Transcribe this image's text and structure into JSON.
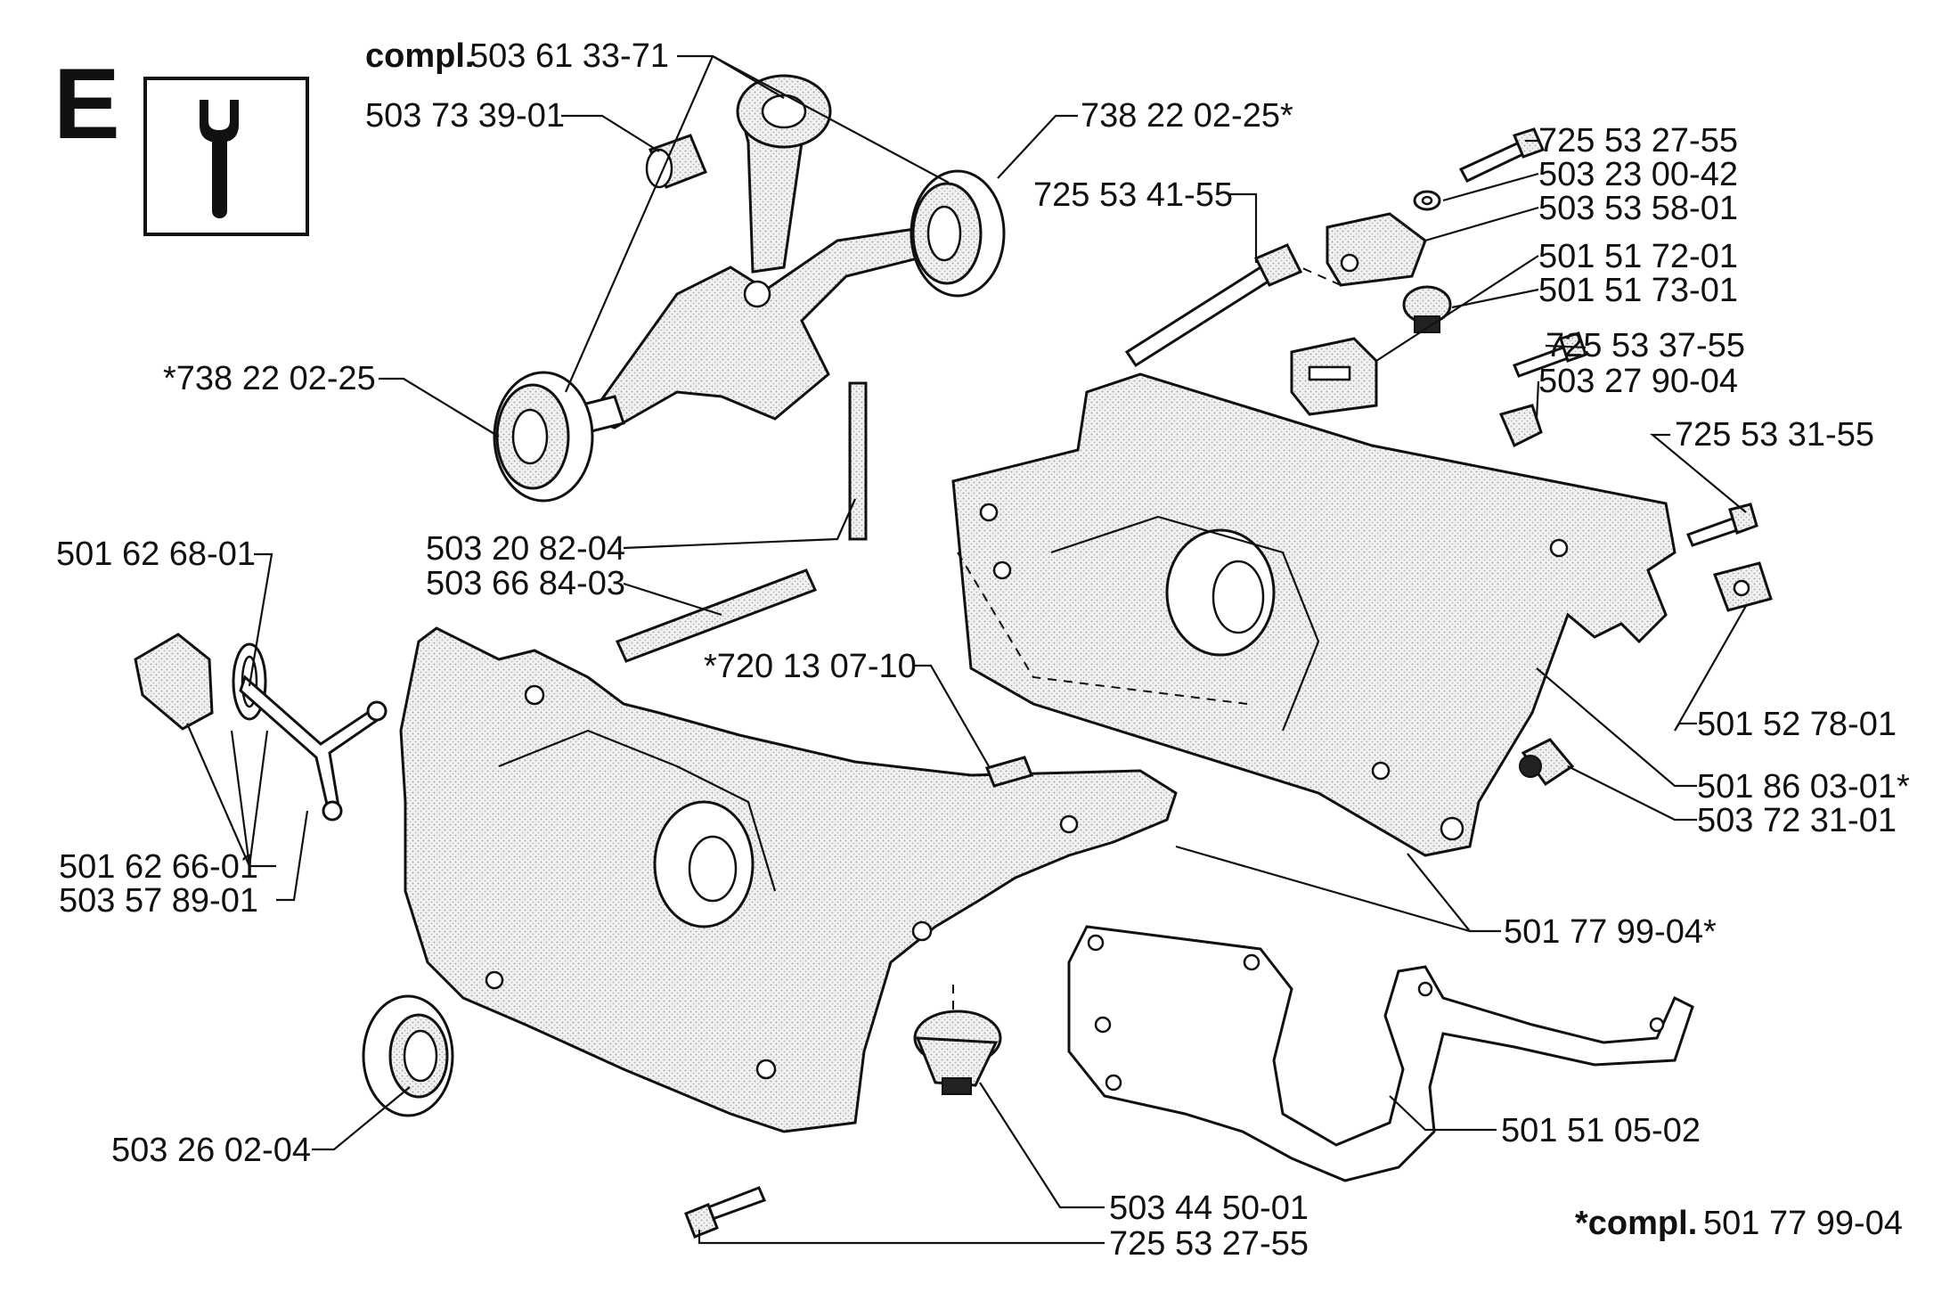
{
  "section_letter": "E",
  "tool_icon": "wrench-icon",
  "labels": {
    "crank_compl_word": "compl.",
    "crank_compl_num": "503 61 33-71",
    "needle_bearing": "503 73 39-01",
    "bearing_right": "738 22 02-25*",
    "bearing_left": "*738 22 02-25",
    "long_screw": "725 53 41-55",
    "screw_top": "725 53 27-55",
    "washer_top": "503 23 00-42",
    "bracket": "503 53 58-01",
    "block": "501 51 72-01",
    "plug_top": "501 51 73-01",
    "screw_mid": "725 53 37-55",
    "plug_small": "503 27 90-04",
    "screw_right": "725 53 31-55",
    "stud": "503 20 82-04",
    "tube": "503 66 84-03",
    "cap_a": "501 62 68-01",
    "pin": "*720 13 07-10",
    "nut_right": "501 52 78-01",
    "grommet": "501 86 03-01*",
    "plug_right": "503 72 31-01",
    "cap_b": "501 62 66-01",
    "strap": "503 57 89-01",
    "crankcase": "501 77 99-04*",
    "gasket": "501 51 05-02",
    "seal": "503 26 02-04",
    "oil_plug": "503 44 50-01",
    "screw_bottom": "725 53 27-55"
  },
  "footnote": {
    "word": "*compl.",
    "number": "501 77 99-04"
  }
}
